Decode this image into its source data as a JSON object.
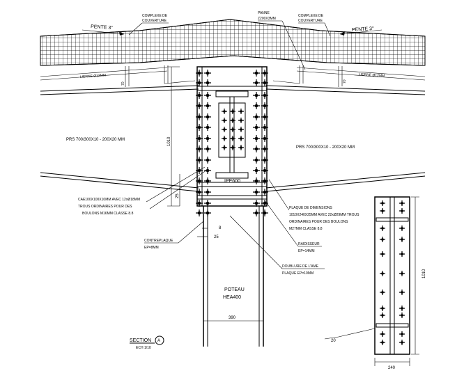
{
  "labels": {
    "slope_left": "PENTE 3°",
    "slope_right": "PENTE 3°",
    "roof_left_1": "COMPLEXE DE",
    "roof_left_2": "COUVERTURE",
    "roof_right_1": "COMPLEXE DE",
    "roof_right_2": "COUVERTURE",
    "purlin_1": "PANNE",
    "purlin_2": "Z200X3MM",
    "lierne_left": "LIERNE Ø12MM",
    "lierne_right": "LIERNE Ø12MM",
    "beam_left": "PRS 700/300X10 - 200X20 MM",
    "beam_right": "PRS 700/300X10 - 200X20 MM",
    "ipe": "IPE600",
    "cae_1": "CAE100X100X10MM AVEC 12xØ18MM",
    "cae_2": "TROUS ORDINAIRES POUR DES",
    "cae_3": "BOULONS M16MM CLASSE 8.8",
    "plaque_1": "PLAQUE DE DIMENSIONS",
    "plaque_2": "1010X240X25MM AVEC 22xØ29MM TROUS",
    "plaque_3": "ORDINAIRES POUR DES BOULONS",
    "plaque_4": "M27MM CLASSE 8.8",
    "contreplaque_1": "CONTREPLAQUE",
    "contreplaque_2": "EP=8MM",
    "raidisseur_1": "RAIDISSEUR",
    "raidisseur_2": "EP=14MM",
    "doublure_1": "DOUBLURE DE L'AME",
    "doublure_2": "PLAQUE EP=10MM",
    "poteau_1": "POTEAU",
    "poteau_2": "HEA400",
    "section_title": "SECTION",
    "section_id": "A",
    "section_ref": "ECH 1/10"
  },
  "dimensions": {
    "height_1010": "1010",
    "width_390": "390",
    "plate_height_1010": "1010",
    "plate_width_240": "240",
    "dim_8": "8",
    "dim_25": "25",
    "dim_20": "20",
    "dim_70_left": "70",
    "dim_70_right": "70",
    "dim_25_left": "25"
  }
}
